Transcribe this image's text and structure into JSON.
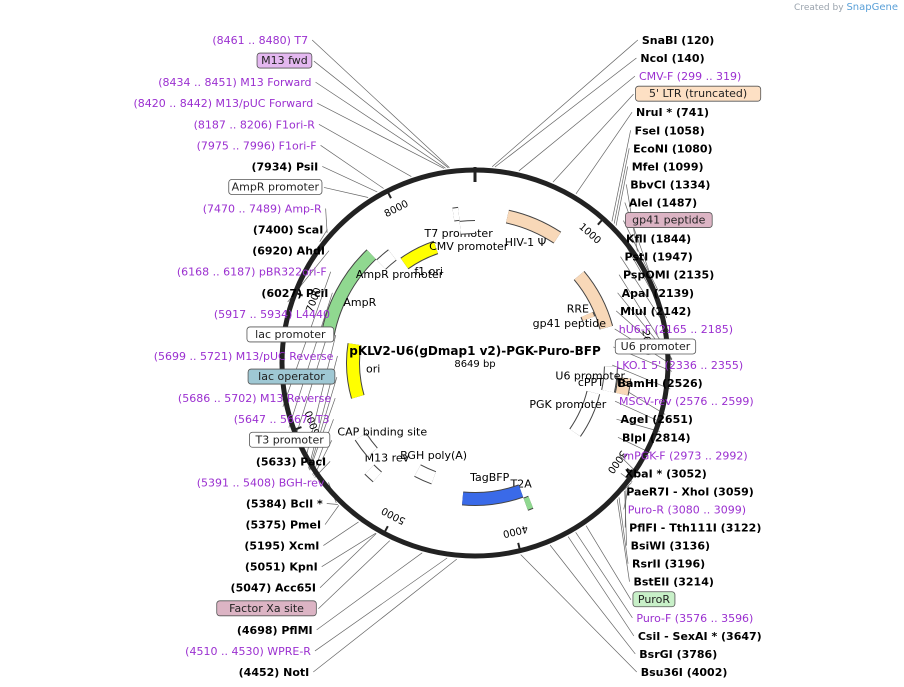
{
  "credit": {
    "prefix": "Created by",
    "brand": "SnapGene"
  },
  "plasmid": {
    "name": "pKLV2-U6(gDmap1 v2)-PGK-Puro-BFP",
    "size": "8649 bp",
    "length": 8649
  },
  "colors": {
    "ring": "#222222",
    "label_site": "#000000",
    "label_primer": "#9b30d0",
    "leader": "#666666",
    "orange": "#d89a3c",
    "green": "#90d890",
    "yellow": "#ffff00",
    "blue": "#3a6ae8",
    "peach": "#f8d8b8",
    "box_peach": "#fde0c4",
    "box_purple": "#e4b8f0",
    "box_mauve": "#dcb4c4",
    "box_teal": "#9fc8d4",
    "box_green": "#c8f0c8"
  },
  "ticks": [
    "1000",
    "2000",
    "3000",
    "4000",
    "5000",
    "6000",
    "7000",
    "8000"
  ],
  "labels": [
    {
      "text": "(8461 .. 8480)  T7",
      "type": "primer",
      "pos": 8470
    },
    {
      "text": "M13 fwd",
      "type": "box",
      "color": "box_purple",
      "pos": 8462
    },
    {
      "text": "(8434 .. 8451)  M13 Forward",
      "type": "primer",
      "pos": 8442
    },
    {
      "text": "(8420 .. 8442)  M13/pUC Forward",
      "type": "primer",
      "pos": 8431
    },
    {
      "text": "(8187 .. 8206)  F1ori-R",
      "type": "primer",
      "pos": 8196
    },
    {
      "text": "(7975 .. 7996)  F1ori-F",
      "type": "primer",
      "pos": 7985
    },
    {
      "text": "(7934)  PsiI",
      "type": "site",
      "pos": 7934
    },
    {
      "text": "AmpR promoter",
      "type": "box",
      "color": "white",
      "pos": 7860
    },
    {
      "text": "(7470 .. 7489)  Amp-R",
      "type": "primer",
      "pos": 7480
    },
    {
      "text": "(7400)  ScaI",
      "type": "site",
      "pos": 7400
    },
    {
      "text": "(6920)  AhdI",
      "type": "site",
      "pos": 6920
    },
    {
      "text": "(6168 .. 6187)  pBR322ori-F",
      "type": "primer",
      "pos": 6178
    },
    {
      "text": "(6027)  PciI",
      "type": "site",
      "pos": 6027
    },
    {
      "text": "(5917 .. 5934)  L4440",
      "type": "primer",
      "pos": 5925
    },
    {
      "text": "lac promoter",
      "type": "box",
      "color": "white",
      "pos": 5760
    },
    {
      "text": "(5699 .. 5721)  M13/pUC Reverse",
      "type": "primer",
      "pos": 5710
    },
    {
      "text": "lac operator",
      "type": "box",
      "color": "box_teal",
      "pos": 5700
    },
    {
      "text": "(5686 .. 5702)  M13 Reverse",
      "type": "primer",
      "pos": 5694
    },
    {
      "text": "(5647 .. 5667)  T3",
      "type": "primer",
      "pos": 5657
    },
    {
      "text": "T3 promoter",
      "type": "box",
      "color": "white",
      "pos": 5645
    },
    {
      "text": "(5633)  PacI",
      "type": "site",
      "pos": 5633
    },
    {
      "text": "(5391 .. 5408)  BGH-rev",
      "type": "primer",
      "pos": 5400
    },
    {
      "text": "(5384)  BclI *",
      "type": "site",
      "pos": 5384
    },
    {
      "text": "(5375)  PmeI",
      "type": "site",
      "pos": 5375
    },
    {
      "text": "(5195)  XcmI",
      "type": "site",
      "pos": 5195
    },
    {
      "text": "(5051)  KpnI",
      "type": "site",
      "pos": 5051
    },
    {
      "text": "(5047)  Acc65I",
      "type": "site",
      "pos": 5047
    },
    {
      "text": "Factor Xa site",
      "type": "box",
      "color": "box_mauve",
      "pos": 4940
    },
    {
      "text": "(4698)  PflMI",
      "type": "site",
      "pos": 4698
    },
    {
      "text": "(4510 .. 4530)  WPRE-R",
      "type": "primer",
      "pos": 4520
    },
    {
      "text": "(4452)  NotI",
      "type": "site",
      "pos": 4452
    },
    {
      "text": "SnaBI    (120)",
      "type": "site",
      "pos": 120
    },
    {
      "text": "NcoI    (140)",
      "type": "site",
      "pos": 140
    },
    {
      "text": "CMV-F    (299 .. 319)",
      "type": "primer",
      "pos": 309
    },
    {
      "text": "5' LTR (truncated)",
      "type": "box",
      "color": "box_peach",
      "pos": 560
    },
    {
      "text": "NruI *    (741)",
      "type": "site",
      "pos": 741
    },
    {
      "text": "FseI    (1058)",
      "type": "site",
      "pos": 1058
    },
    {
      "text": "EcoNI    (1080)",
      "type": "site",
      "pos": 1080
    },
    {
      "text": "MfeI    (1099)",
      "type": "site",
      "pos": 1099
    },
    {
      "text": "BbvCI    (1334)",
      "type": "site",
      "pos": 1334
    },
    {
      "text": "AleI    (1487)",
      "type": "site",
      "pos": 1487
    },
    {
      "text": "gp41 peptide",
      "type": "box",
      "color": "box_mauve",
      "pos": 1650
    },
    {
      "text": "KflI    (1844)",
      "type": "site",
      "pos": 1844
    },
    {
      "text": "PstI    (1947)",
      "type": "site",
      "pos": 1947
    },
    {
      "text": "PspOMI    (2135)",
      "type": "site",
      "pos": 2135
    },
    {
      "text": "ApaI    (2139)",
      "type": "site",
      "pos": 2139
    },
    {
      "text": "MluI    (2142)",
      "type": "site",
      "pos": 2142
    },
    {
      "text": "hU6-F    (2165 .. 2185)",
      "type": "primer",
      "pos": 2175
    },
    {
      "text": "U6 promoter",
      "type": "box",
      "color": "white",
      "pos": 2220
    },
    {
      "text": "LKO.1 5'    (2336 .. 2355)",
      "type": "primer",
      "pos": 2345
    },
    {
      "text": "BamHI    (2526)",
      "type": "site",
      "pos": 2526
    },
    {
      "text": "MSCV-rev    (2576 .. 2599)",
      "type": "primer",
      "pos": 2588
    },
    {
      "text": "AgeI    (2651)",
      "type": "site",
      "pos": 2651
    },
    {
      "text": "BlpI    (2814)",
      "type": "site",
      "pos": 2814
    },
    {
      "text": "mPGK-F    (2973 .. 2992)",
      "type": "primer",
      "pos": 2983
    },
    {
      "text": "XbaI *    (3052)",
      "type": "site",
      "pos": 3052
    },
    {
      "text": "PaeR7I  -  XhoI    (3059)",
      "type": "site",
      "pos": 3059
    },
    {
      "text": "Puro-R    (3080 .. 3099)",
      "type": "primer",
      "pos": 3090
    },
    {
      "text": "PflFI  -  Tth111I    (3122)",
      "type": "site",
      "pos": 3122
    },
    {
      "text": "BsiWI    (3136)",
      "type": "site",
      "pos": 3136
    },
    {
      "text": "RsrII    (3196)",
      "type": "site",
      "pos": 3196
    },
    {
      "text": "BstEII    (3214)",
      "type": "site",
      "pos": 3214
    },
    {
      "text": "PuroR",
      "type": "box",
      "color": "box_green",
      "pos": 3500
    },
    {
      "text": "Puro-F    (3576 .. 3596)",
      "type": "primer",
      "pos": 3586
    },
    {
      "text": "CsiI  -  SexAI *    (3647)",
      "type": "site",
      "pos": 3647
    },
    {
      "text": "BsrGI    (3786)",
      "type": "site",
      "pos": 3786
    },
    {
      "text": "Bsu36I    (4002)",
      "type": "site",
      "pos": 4002
    }
  ],
  "features": [
    {
      "name": "HIV-1 Ψ",
      "start": 300,
      "end": 800,
      "color": "peach",
      "ring": 0
    },
    {
      "name": "RRE",
      "start": 1200,
      "end": 1800,
      "color": "peach",
      "ring": 0
    },
    {
      "name": "gp41 peptide",
      "start": 1600,
      "end": 1650,
      "color": "peach",
      "ring": 0
    },
    {
      "name": "cPPT/CTS",
      "start": 2300,
      "end": 2450,
      "color": "peach",
      "ring": 0
    },
    {
      "name": "U6 promoter",
      "start": 2200,
      "end": 2450,
      "color": "white",
      "ring": 0
    },
    {
      "name": "PGK promoter",
      "start": 2500,
      "end": 3000,
      "color": "white",
      "ring": 0
    },
    {
      "name": "T2A",
      "start": 3800,
      "end": 3850,
      "color": "green",
      "ring": 0
    },
    {
      "name": "TagBFP",
      "start": 3850,
      "end": 4450,
      "color": "blue",
      "ring": 0
    },
    {
      "name": "BGH poly(A)",
      "start": 4800,
      "end": 5000,
      "color": "white",
      "ring": 0
    },
    {
      "name": "M13 rev",
      "start": 5300,
      "end": 5400,
      "color": "white",
      "ring": 0
    },
    {
      "name": "CAP binding site",
      "start": 5500,
      "end": 5700,
      "color": "white",
      "ring": 0
    },
    {
      "name": "ori",
      "start": 6100,
      "end": 6700,
      "color": "yellow",
      "ring": 0
    },
    {
      "name": "AmpR",
      "start": 6700,
      "end": 7600,
      "color": "green",
      "ring": 0
    },
    {
      "name": "AmpR promoter",
      "start": 7600,
      "end": 7750,
      "color": "white",
      "ring": 0
    },
    {
      "name": "f1 ori",
      "start": 7800,
      "end": 8200,
      "color": "yellow",
      "ring": 0
    },
    {
      "name": "T7 promoter",
      "start": 8450,
      "end": 8500,
      "color": "white",
      "ring": 0
    },
    {
      "name": "CMV promoter",
      "start": 8500,
      "end": 8649,
      "color": "white",
      "ring": 0
    }
  ]
}
